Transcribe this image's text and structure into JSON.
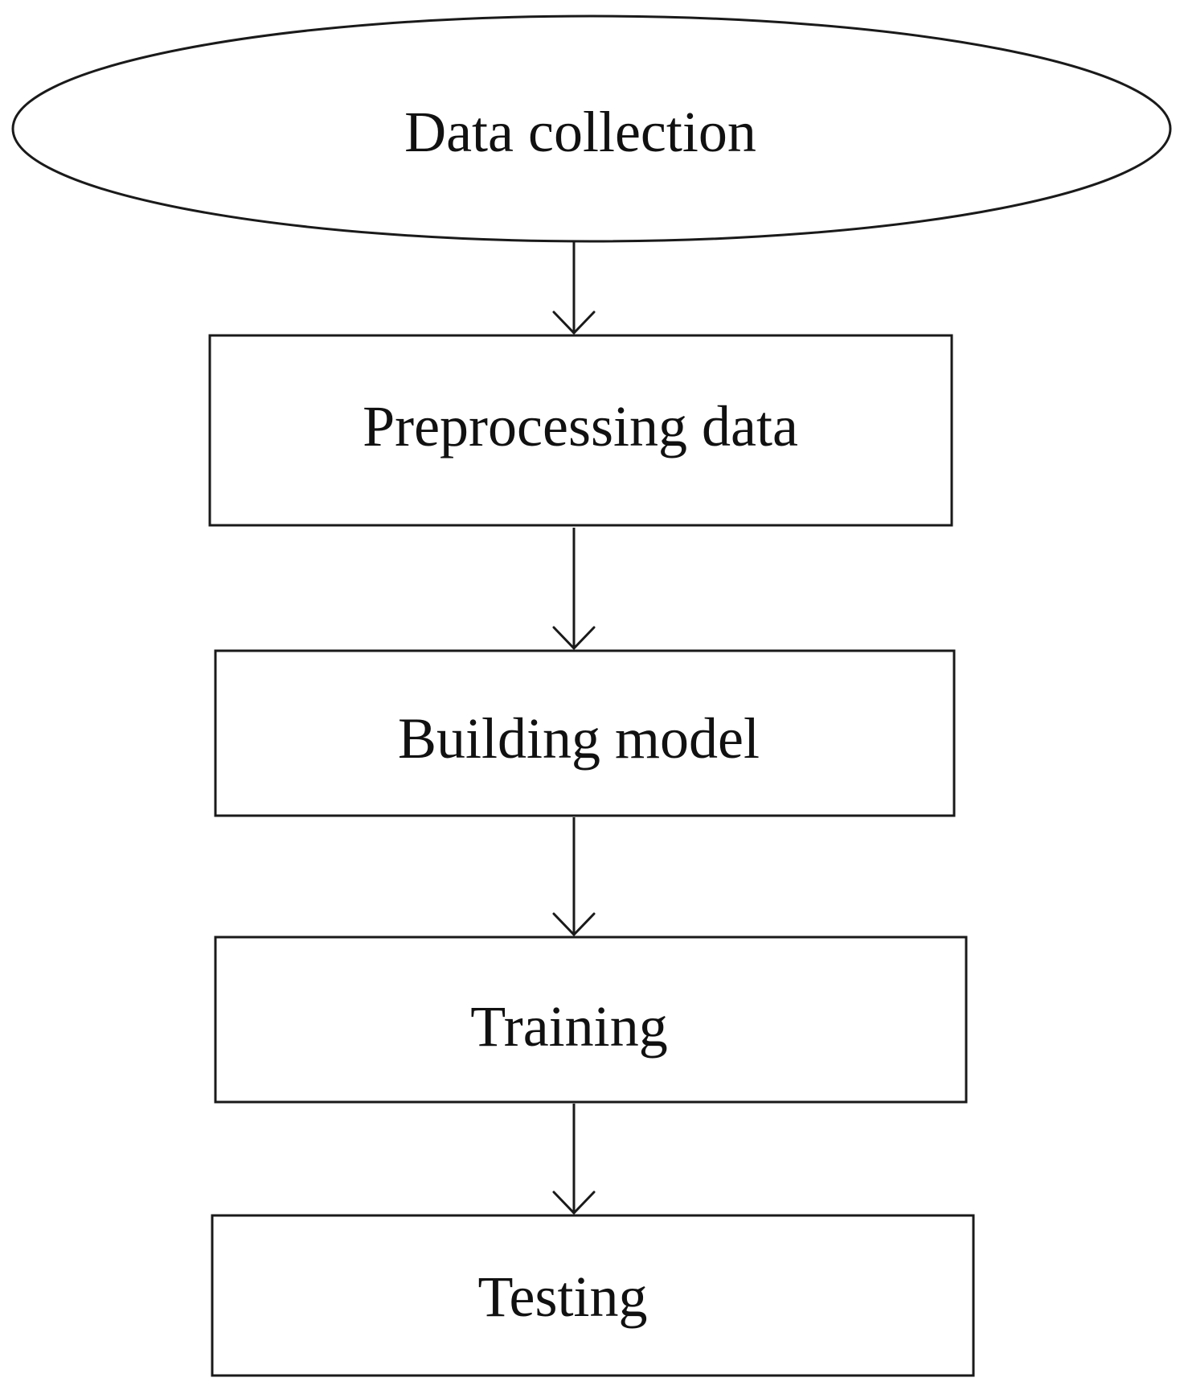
{
  "diagram": {
    "type": "flowchart",
    "direction": "top-to-bottom",
    "colors": {
      "stroke": "#1a1a1a",
      "fill": "#ffffff",
      "text": "#111111"
    },
    "nodes": [
      {
        "id": "data-collection",
        "shape": "ellipse",
        "label": "Data collection"
      },
      {
        "id": "preprocessing-data",
        "shape": "rectangle",
        "label": "Preprocessing data"
      },
      {
        "id": "building-model",
        "shape": "rectangle",
        "label": "Building model"
      },
      {
        "id": "training",
        "shape": "rectangle",
        "label": "Training"
      },
      {
        "id": "testing",
        "shape": "rectangle",
        "label": "Testing"
      }
    ],
    "edges": [
      {
        "from": "data-collection",
        "to": "preprocessing-data"
      },
      {
        "from": "preprocessing-data",
        "to": "building-model"
      },
      {
        "from": "building-model",
        "to": "training"
      },
      {
        "from": "training",
        "to": "testing"
      }
    ]
  }
}
